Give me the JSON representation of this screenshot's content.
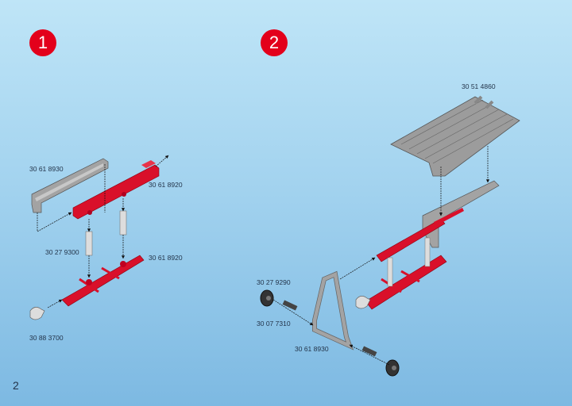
{
  "steps": [
    {
      "number": "1"
    },
    {
      "number": "2"
    }
  ],
  "step1_parts": [
    "30 61 8930",
    "30 61 8920",
    "30 27 9300",
    "30 61 8920",
    "30 88 3700"
  ],
  "step2_parts": [
    "30 51 4860",
    "30 27 9290",
    "30 07 7310",
    "30 61 8930"
  ],
  "page_number": "2",
  "colors": {
    "step_badge": "#e3001b",
    "red_part": "#d9102a",
    "grey_part": "#9a9a9a"
  }
}
